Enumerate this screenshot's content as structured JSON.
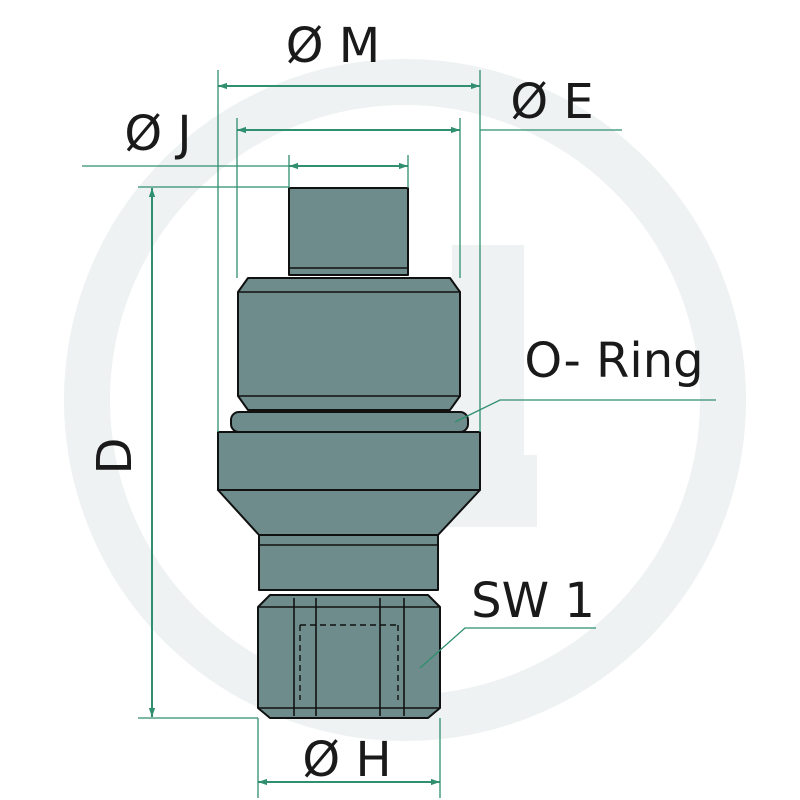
{
  "labels": {
    "dia_m": "Ø M",
    "dia_e": "Ø E",
    "dia_j": "Ø J",
    "o_ring": "O- Ring",
    "d": "D",
    "sw1": "SW 1",
    "dia_h": "Ø H"
  },
  "colors": {
    "dimension_line": "#2f8f6f",
    "part_fill": "#6e8c8b",
    "outline": "#111111",
    "watermark": "#e9eeee"
  },
  "icons": {
    "watermark": "circular-g-logo-watermark"
  }
}
